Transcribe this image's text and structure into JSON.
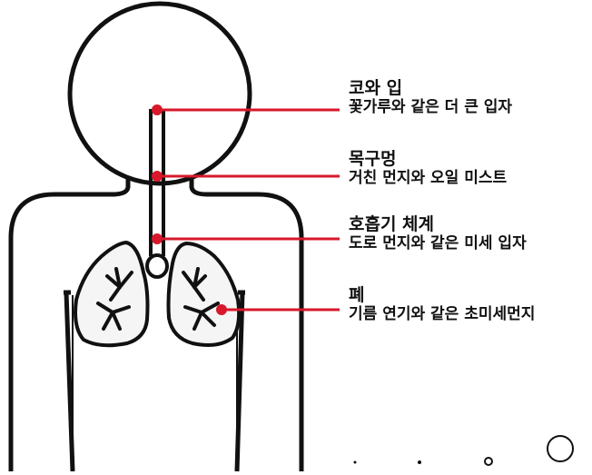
{
  "diagram": {
    "labels": [
      {
        "id": "nose-mouth",
        "title": "코와 입",
        "description": "꽃가루와 같은 더 큰 입자"
      },
      {
        "id": "throat",
        "title": "목구멍",
        "description": "거친 먼지와 오일 미스트"
      },
      {
        "id": "respiratory",
        "title": "호흡기 체계",
        "description": "도로 먼지와 같은 미세 입자"
      },
      {
        "id": "lungs",
        "title": "폐",
        "description": "기름 연기와 같은 초미세먼지"
      }
    ],
    "colors": {
      "outline": "#111111",
      "pointer": "#d7192b",
      "lung_fill": "#f5f5f5",
      "background": "#ffffff"
    },
    "icons": {
      "figure": "human-silhouette-icon",
      "lungs": "lungs-icon",
      "pager": "carousel-dots-icon"
    }
  }
}
